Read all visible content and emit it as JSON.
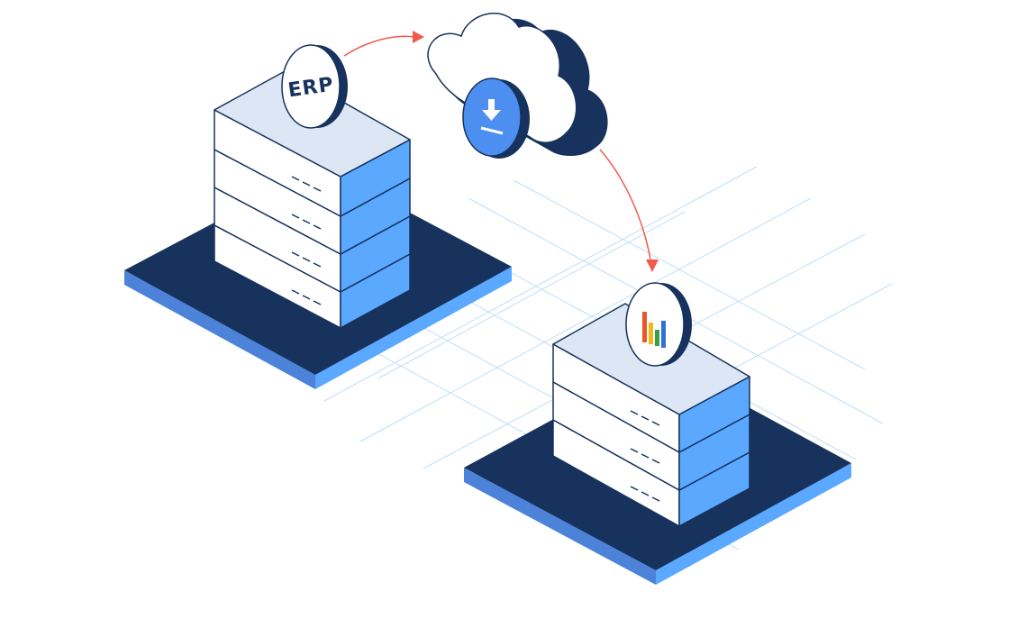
{
  "erp_server": {
    "badge_label": "ERP",
    "layers": 4
  },
  "cloud": {
    "icon": "download-icon"
  },
  "analytics_server": {
    "badge_icon": "bar-chart-icon",
    "layers": 3,
    "bar_colors": [
      "#e8562a",
      "#f5b81a",
      "#3a9d48",
      "#2f6fd6"
    ]
  },
  "colors": {
    "navy": "#17325c",
    "blue": "#5aa8ff",
    "blue_dark": "#3f7fd9",
    "top_face": "#dde6f4",
    "side_white": "#ffffff",
    "platform_edge": "#4c83d9",
    "grid": "#a8d0f5",
    "arrow": "#ef5b4c"
  }
}
